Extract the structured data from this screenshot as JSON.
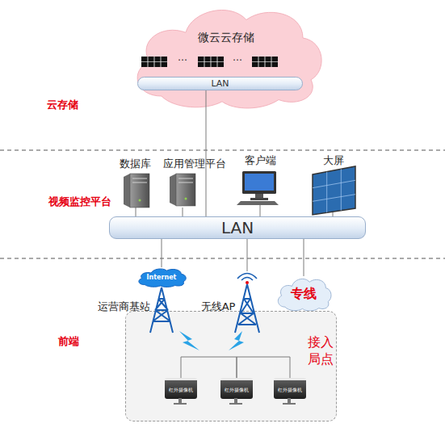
{
  "diagram": {
    "nodes": [
      {
        "text": [
          "微云云存储"
        ]
      },
      {
        "text": [
          "LAN"
        ],
        "in": 0
      },
      {
        "text": [
          "数据库"
        ]
      },
      {
        "text": [
          "应用管理平台"
        ]
      },
      {
        "text": [
          "客户端"
        ]
      },
      {
        "text": [
          "大屏"
        ]
      },
      {
        "text": [
          "LAN"
        ]
      },
      {
        "text": [
          "Internet"
        ]
      },
      {
        "text": [
          "运营商基站"
        ]
      },
      {
        "text": [
          "无线AP"
        ]
      },
      {
        "text": [
          "专线"
        ]
      },
      {
        "text": [
          "接入局点"
        ]
      },
      {
        "text": [
          "红外摄像机"
        ],
        "in": 11
      },
      {
        "text": [
          "红外摄像机"
        ],
        "in": 11
      },
      {
        "text": [
          "红外摄像机"
        ],
        "in": 11
      }
    ],
    "edges": [
      {
        "from": 1,
        "to": 6,
        "arrow": "none"
      },
      {
        "from": 6,
        "to": 2,
        "arrow": "none"
      },
      {
        "from": 6,
        "to": 3,
        "arrow": "none"
      },
      {
        "from": 6,
        "to": 4,
        "arrow": "none"
      },
      {
        "from": 6,
        "to": 5,
        "arrow": "none"
      },
      {
        "from": 6,
        "to": 7,
        "arrow": "none"
      },
      {
        "from": 6,
        "to": 9,
        "arrow": "none"
      },
      {
        "from": 6,
        "to": 10,
        "arrow": "none"
      },
      {
        "from": 12,
        "to": 13,
        "arrow": "none"
      },
      {
        "from": 13,
        "to": 14,
        "arrow": "none"
      }
    ],
    "labels": [
      "…",
      "…",
      "云存储",
      "视频监控平台",
      "前端"
    ]
  }
}
